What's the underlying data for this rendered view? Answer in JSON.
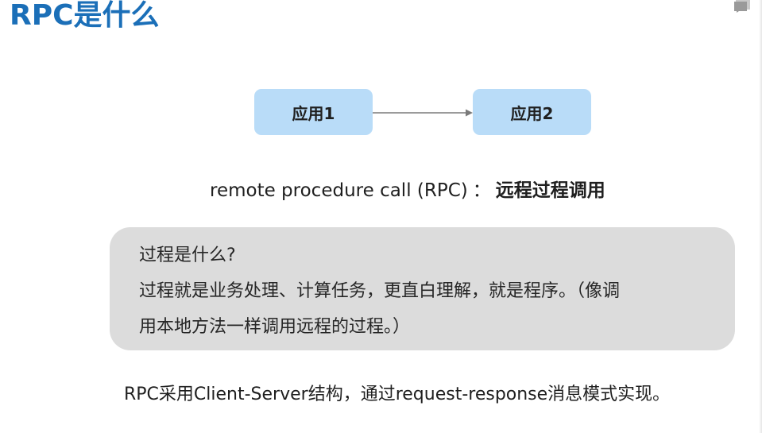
{
  "slide": {
    "title": "RPC是什么",
    "diagram": {
      "box_left": "应用1",
      "box_right": "应用2"
    },
    "definition": {
      "term": "remote procedure call (RPC)",
      "separator": "：",
      "chinese": "远程过程调用"
    },
    "callout": {
      "line1": "过程是什么?",
      "line2": "过程就是业务处理、计算任务，更直白理解，就是程序。（像调",
      "line3": "用本地方法一样调用远程的过程。）"
    },
    "summary": "RPC采用Client-Server结构，通过request-response消息模式实现。"
  },
  "colors": {
    "title": "#1b6fb8",
    "box_fill": "#b9dcf8",
    "callout_fill": "#dcdcdc",
    "arrow": "#7a7a7a"
  },
  "icons": {
    "corner": "comment-icon"
  }
}
